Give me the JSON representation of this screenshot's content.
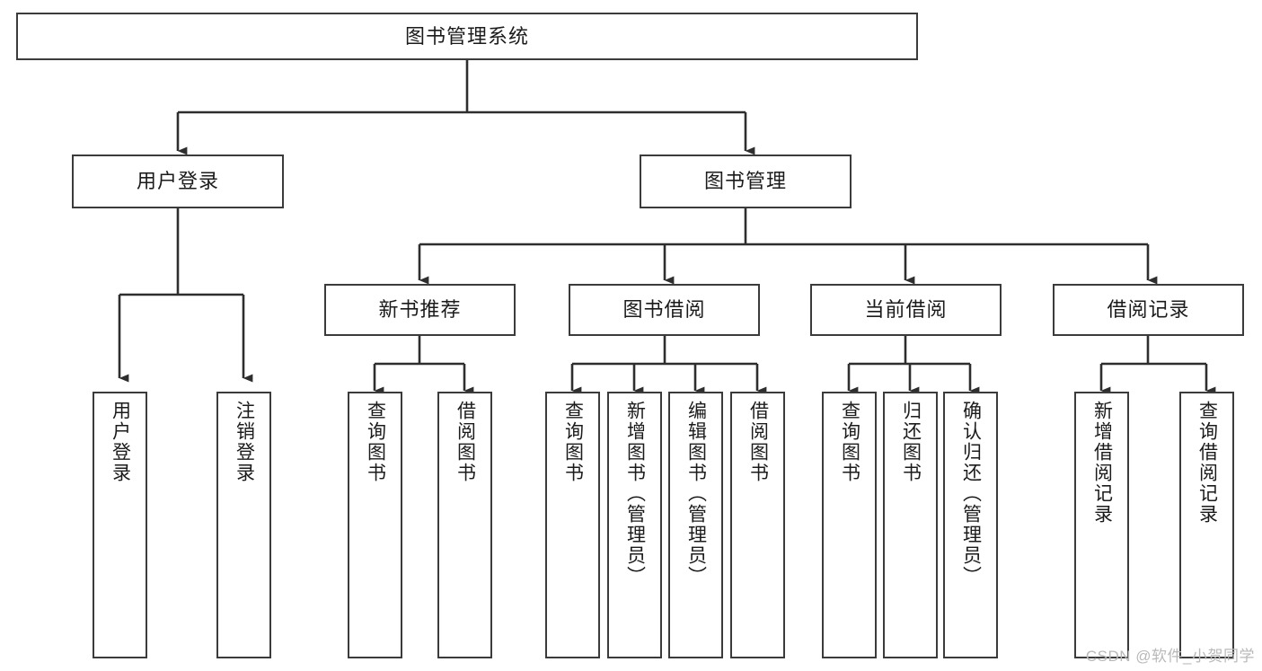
{
  "diagram": {
    "type": "tree-hierarchy-flowchart",
    "title": "图书管理系统",
    "levels": 4,
    "root": {
      "label": "图书管理系统",
      "id": "root"
    },
    "level2": [
      {
        "id": "user-login",
        "label": "用户登录"
      },
      {
        "id": "book-management",
        "label": "图书管理"
      }
    ],
    "level3": [
      {
        "id": "new-book-recommend",
        "label": "新书推荐",
        "parent": "book-management"
      },
      {
        "id": "book-borrow",
        "label": "图书借阅",
        "parent": "book-management"
      },
      {
        "id": "current-borrow",
        "label": "当前借阅",
        "parent": "book-management"
      },
      {
        "id": "borrow-record",
        "label": "借阅记录",
        "parent": "book-management"
      }
    ],
    "leaves": [
      {
        "id": "leaf-user-login",
        "label": "用户登录",
        "parent": "user-login"
      },
      {
        "id": "leaf-logout",
        "label": "注销登录",
        "parent": "user-login"
      },
      {
        "id": "leaf-query-book-1",
        "label": "查询图书",
        "parent": "new-book-recommend"
      },
      {
        "id": "leaf-borrow-book-1",
        "label": "借阅图书",
        "parent": "new-book-recommend"
      },
      {
        "id": "leaf-query-book-2",
        "label": "查询图书",
        "parent": "book-borrow"
      },
      {
        "id": "leaf-add-book",
        "label": "新增图书（管理员）",
        "parent": "book-borrow"
      },
      {
        "id": "leaf-edit-book",
        "label": "编辑图书（管理员）",
        "parent": "book-borrow"
      },
      {
        "id": "leaf-borrow-book-2",
        "label": "借阅图书",
        "parent": "book-borrow"
      },
      {
        "id": "leaf-query-book-3",
        "label": "查询图书",
        "parent": "current-borrow"
      },
      {
        "id": "leaf-return-book",
        "label": "归还图书",
        "parent": "current-borrow"
      },
      {
        "id": "leaf-confirm-return",
        "label": "确认归还（管理员）",
        "parent": "current-borrow"
      },
      {
        "id": "leaf-add-record",
        "label": "新增借阅记录",
        "parent": "borrow-record"
      },
      {
        "id": "leaf-query-record",
        "label": "查询借阅记录",
        "parent": "borrow-record"
      }
    ],
    "colors": {
      "box_border": "#3b3b3b",
      "box_fill": "#ffffff",
      "connector": "#2e2e2e",
      "text": "#1b1b1b",
      "watermark": "#b9b9b9",
      "background": "#ffffff"
    }
  },
  "watermark": {
    "text": "CSDN @软件_小贺同学"
  }
}
